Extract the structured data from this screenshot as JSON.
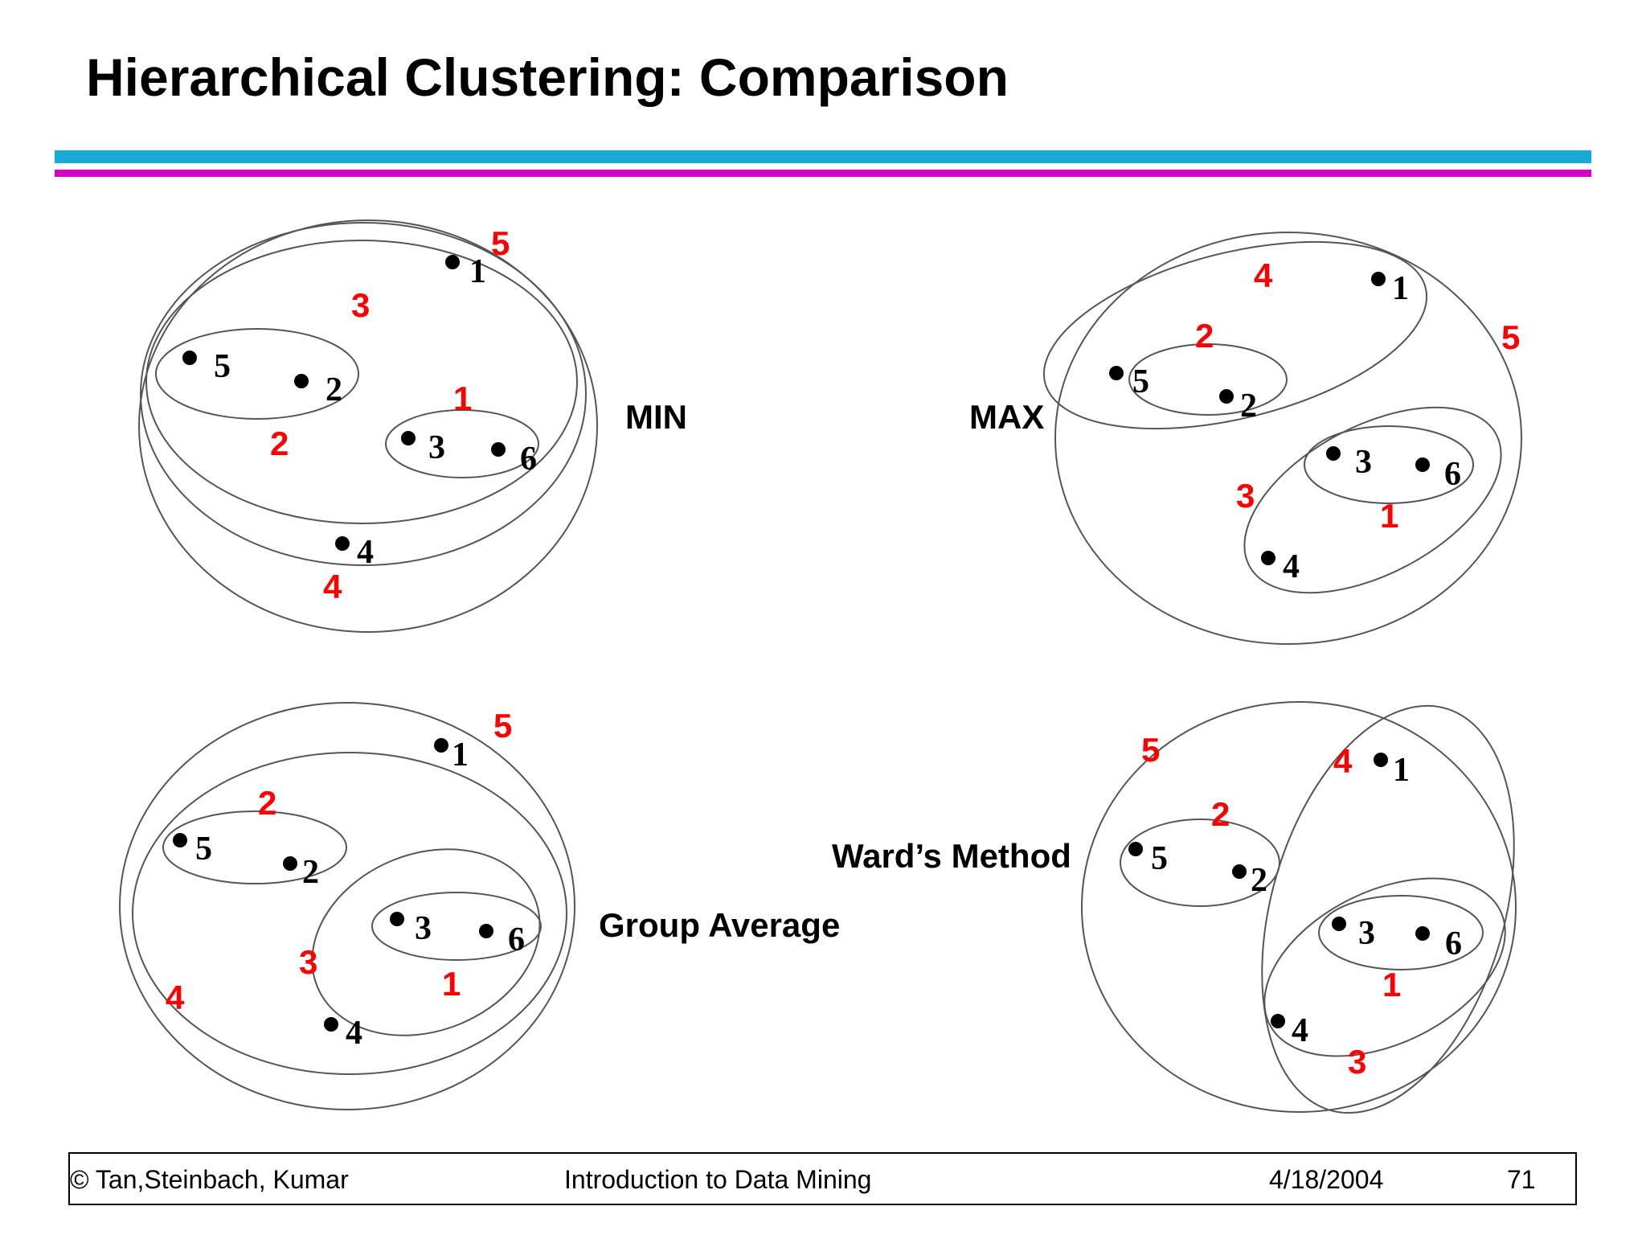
{
  "title": "Hierarchical Clustering: Comparison",
  "colors": {
    "accent_cyan": "#19a9d8",
    "accent_magenta": "#d400c8",
    "merge_order": "#ff0000"
  },
  "panels": [
    {
      "method": "MIN",
      "points": [
        "1",
        "2",
        "3",
        "4",
        "5",
        "6"
      ],
      "merge_order": [
        "1",
        "2",
        "3",
        "4",
        "5"
      ]
    },
    {
      "method": "MAX",
      "points": [
        "1",
        "2",
        "3",
        "4",
        "5",
        "6"
      ],
      "merge_order": [
        "1",
        "2",
        "3",
        "4",
        "5"
      ]
    },
    {
      "method": "Group Average",
      "points": [
        "1",
        "2",
        "3",
        "4",
        "5",
        "6"
      ],
      "merge_order": [
        "1",
        "2",
        "3",
        "4",
        "5"
      ]
    },
    {
      "method": "Ward’s Method",
      "points": [
        "1",
        "2",
        "3",
        "4",
        "5",
        "6"
      ],
      "merge_order": [
        "1",
        "2",
        "3",
        "4",
        "5"
      ]
    }
  ],
  "footer": {
    "copyright": "© Tan,Steinbach, Kumar",
    "course": "Introduction to Data Mining",
    "date": "4/18/2004",
    "page": "71"
  }
}
